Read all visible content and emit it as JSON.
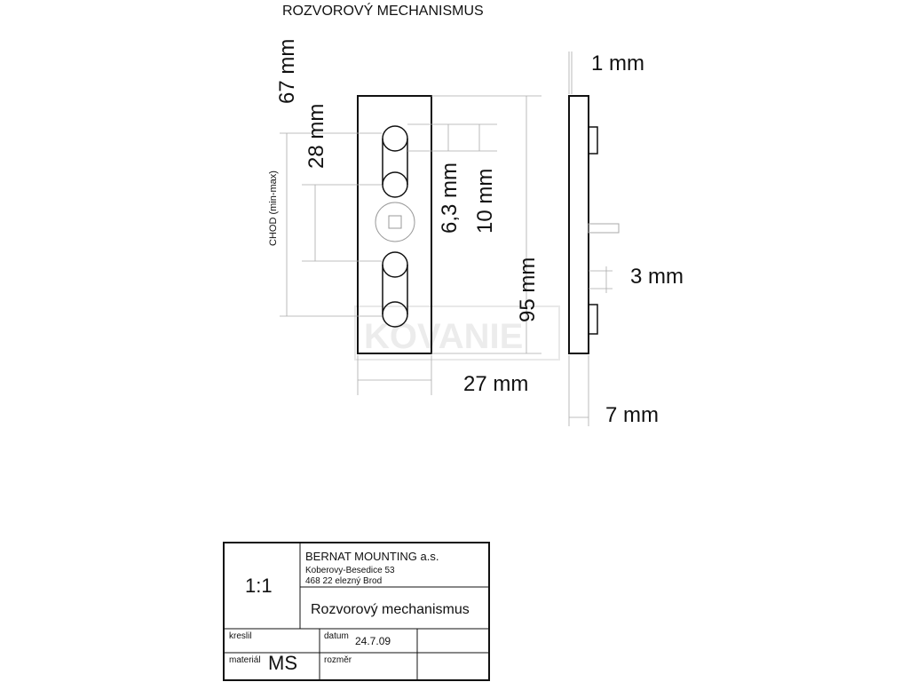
{
  "drawing": {
    "title": "ROZVOROVÝ MECHANISMUS",
    "dims": {
      "d67": "67 mm",
      "d28": "28 mm",
      "chod": "CHOD (min-max)",
      "d63": "6,3 mm",
      "d10": "10 mm",
      "d95": "95 mm",
      "d27": "27 mm",
      "d1": "1 mm",
      "d3": "3 mm",
      "d7": "7 mm"
    },
    "watermark": "KOVANIE"
  },
  "title_block": {
    "scale": "1:1",
    "company": "BERNAT MOUNTING a.s.",
    "address1": "Koberovy-Besedice 53",
    "address2": "468 22 elezný Brod",
    "part_name": "Rozvorový mechanismus",
    "kreslil_label": "kreslil",
    "datum_label": "datum",
    "datum_value": "24.7.09",
    "material_label": "materiál",
    "material_value": "MS",
    "rozmer_label": "rozměr"
  }
}
